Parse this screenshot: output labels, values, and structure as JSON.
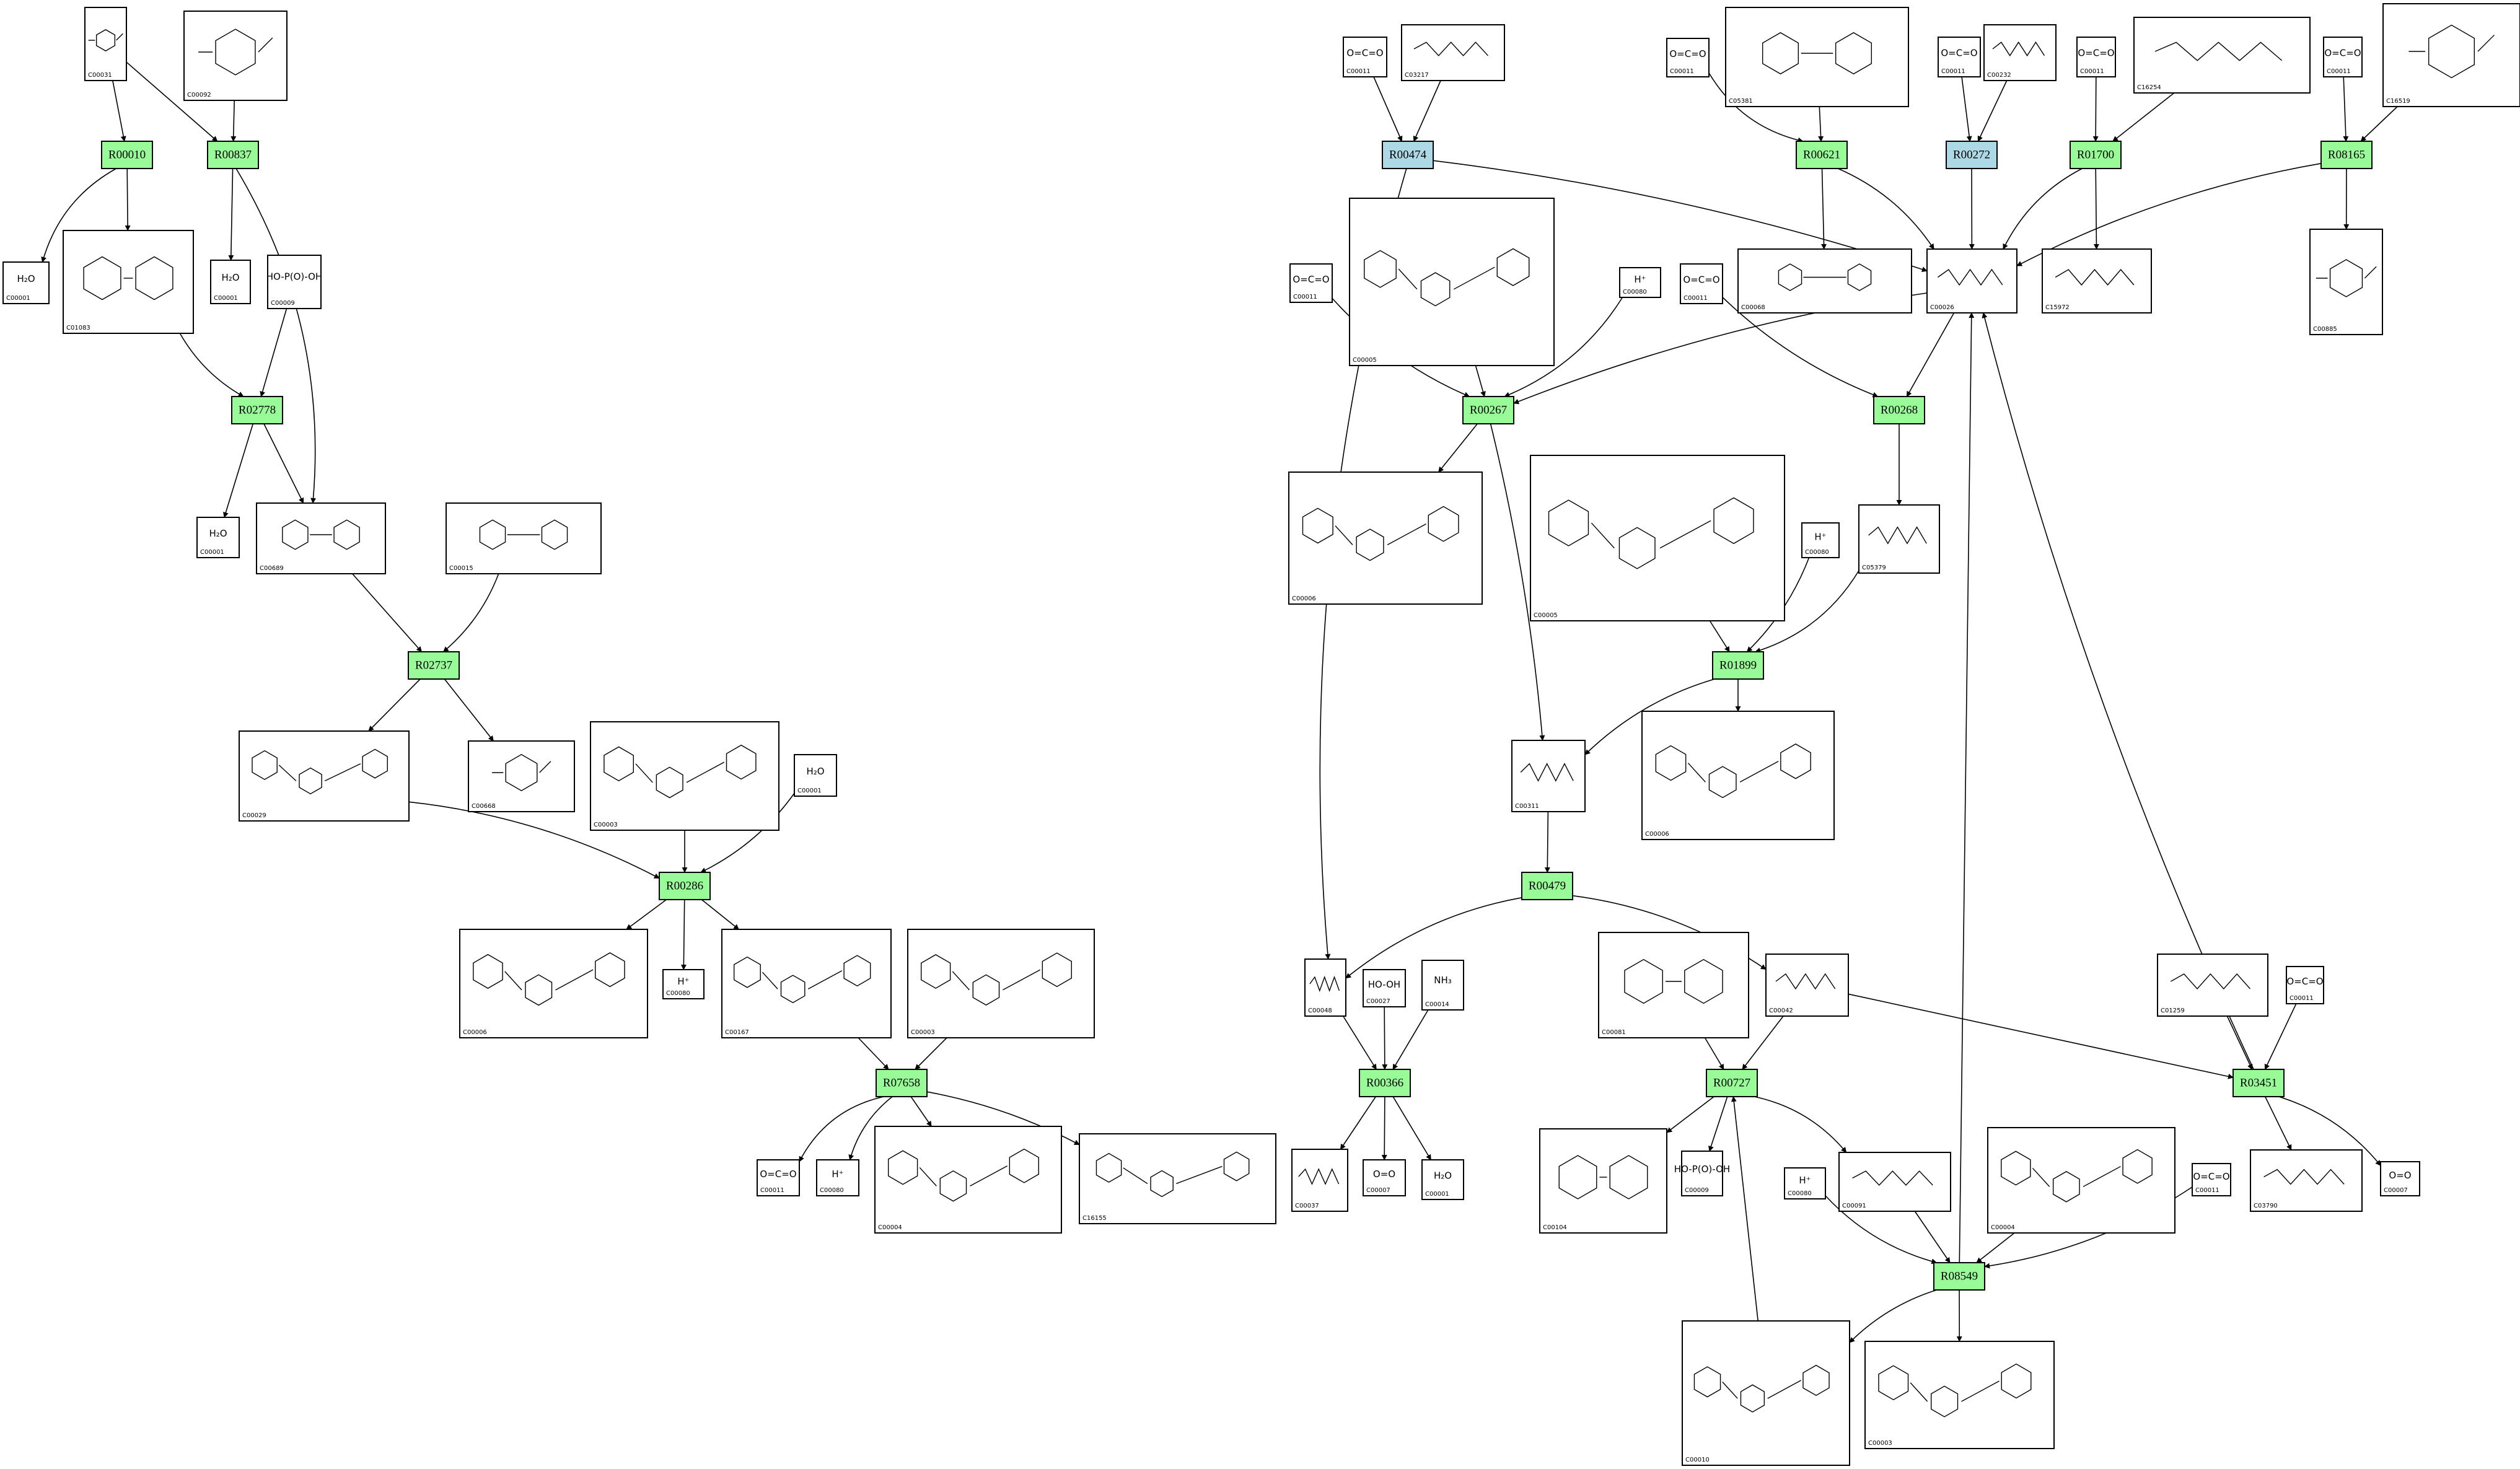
{
  "colors": {
    "reaction_fill": "#98fb98",
    "reaction_highlight_fill": "#add8e6",
    "stroke": "#000000",
    "background": "#ffffff"
  },
  "reactions": [
    {
      "id": "R00010",
      "label": "R00010",
      "highlight": false
    },
    {
      "id": "R00837",
      "label": "R00837",
      "highlight": false
    },
    {
      "id": "R02778",
      "label": "R02778",
      "highlight": false
    },
    {
      "id": "R02737",
      "label": "R02737",
      "highlight": false
    },
    {
      "id": "R00286",
      "label": "R00286",
      "highlight": false
    },
    {
      "id": "R07658",
      "label": "R07658",
      "highlight": false
    },
    {
      "id": "R00474",
      "label": "R00474",
      "highlight": true
    },
    {
      "id": "R00621",
      "label": "R00621",
      "highlight": false
    },
    {
      "id": "R00272",
      "label": "R00272",
      "highlight": true
    },
    {
      "id": "R01700",
      "label": "R01700",
      "highlight": false
    },
    {
      "id": "R08165",
      "label": "R08165",
      "highlight": false
    },
    {
      "id": "R00267",
      "label": "R00267",
      "highlight": false
    },
    {
      "id": "R00268",
      "label": "R00268",
      "highlight": false
    },
    {
      "id": "R01899",
      "label": "R01899",
      "highlight": false
    },
    {
      "id": "R00479",
      "label": "R00479",
      "highlight": false
    },
    {
      "id": "R00366",
      "label": "R00366",
      "highlight": false
    },
    {
      "id": "R00727",
      "label": "R00727",
      "highlight": false
    },
    {
      "id": "R03451",
      "label": "R03451",
      "highlight": false
    },
    {
      "id": "R08549",
      "label": "R08549",
      "highlight": false
    }
  ],
  "compounds": [
    {
      "key": "c1",
      "label": "C00031",
      "glyph": "",
      "kind": "ring1"
    },
    {
      "key": "c2",
      "label": "C00092",
      "glyph": "",
      "kind": "ring1"
    },
    {
      "key": "c3",
      "label": "C00001",
      "glyph": "H₂O",
      "kind": "small"
    },
    {
      "key": "c4",
      "label": "C01083",
      "glyph": "",
      "kind": "ring2"
    },
    {
      "key": "c5",
      "label": "C00001",
      "glyph": "H₂O",
      "kind": "small"
    },
    {
      "key": "c6",
      "label": "C00009",
      "glyph": "HO-P(O)-OH",
      "kind": "small"
    },
    {
      "key": "c7",
      "label": "C00001",
      "glyph": "H₂O",
      "kind": "small"
    },
    {
      "key": "c8",
      "label": "C00689",
      "glyph": "",
      "kind": "ring2"
    },
    {
      "key": "c9",
      "label": "C00015",
      "glyph": "",
      "kind": "ring2"
    },
    {
      "key": "c10",
      "label": "C00029",
      "glyph": "",
      "kind": "ring3"
    },
    {
      "key": "c11",
      "label": "C00668",
      "glyph": "",
      "kind": "ring1"
    },
    {
      "key": "c12",
      "label": "C00003",
      "glyph": "",
      "kind": "ring3"
    },
    {
      "key": "c13",
      "label": "C00001",
      "glyph": "H₂O",
      "kind": "small"
    },
    {
      "key": "c14",
      "label": "C00006",
      "glyph": "",
      "kind": "ring3"
    },
    {
      "key": "c15",
      "label": "C00080",
      "glyph": "H⁺",
      "kind": "small"
    },
    {
      "key": "c16",
      "label": "C00167",
      "glyph": "",
      "kind": "ring3"
    },
    {
      "key": "c17",
      "label": "C00003",
      "glyph": "",
      "kind": "ring3"
    },
    {
      "key": "c18",
      "label": "C00011",
      "glyph": "O=C=O",
      "kind": "small"
    },
    {
      "key": "c19",
      "label": "C00080",
      "glyph": "H⁺",
      "kind": "small"
    },
    {
      "key": "c20",
      "label": "C00004",
      "glyph": "",
      "kind": "ring3"
    },
    {
      "key": "c21",
      "label": "C16155",
      "glyph": "",
      "kind": "ring3"
    },
    {
      "key": "c22",
      "label": "C00011",
      "glyph": "O=C=O",
      "kind": "small"
    },
    {
      "key": "c23",
      "label": "C03217",
      "glyph": "",
      "kind": "chain"
    },
    {
      "key": "c24",
      "label": "C00011",
      "glyph": "O=C=O",
      "kind": "small"
    },
    {
      "key": "c25",
      "label": "C05381",
      "glyph": "",
      "kind": "ring2"
    },
    {
      "key": "c26",
      "label": "C00011",
      "glyph": "O=C=O",
      "kind": "small"
    },
    {
      "key": "c27",
      "label": "C00232",
      "glyph": "",
      "kind": "chain"
    },
    {
      "key": "c28",
      "label": "C00011",
      "glyph": "O=C=O",
      "kind": "small"
    },
    {
      "key": "c29",
      "label": "C16254",
      "glyph": "",
      "kind": "chain"
    },
    {
      "key": "c30",
      "label": "C00011",
      "glyph": "O=C=O",
      "kind": "small"
    },
    {
      "key": "c31",
      "label": "C16519",
      "glyph": "",
      "kind": "ring1"
    },
    {
      "key": "c32",
      "label": "C00011",
      "glyph": "O=C=O",
      "kind": "small"
    },
    {
      "key": "c33",
      "label": "C00005",
      "glyph": "",
      "kind": "ring3"
    },
    {
      "key": "c34",
      "label": "C00080",
      "glyph": "H⁺",
      "kind": "small"
    },
    {
      "key": "c35",
      "label": "C00011",
      "glyph": "O=C=O",
      "kind": "small"
    },
    {
      "key": "c36",
      "label": "C00068",
      "glyph": "",
      "kind": "ring2"
    },
    {
      "key": "c37",
      "label": "C00026",
      "glyph": "",
      "kind": "chain"
    },
    {
      "key": "c38",
      "label": "C15972",
      "glyph": "",
      "kind": "chain"
    },
    {
      "key": "c39",
      "label": "C00885",
      "glyph": "",
      "kind": "ring1"
    },
    {
      "key": "c40",
      "label": "C00006",
      "glyph": "",
      "kind": "ring3"
    },
    {
      "key": "c41",
      "label": "C00005",
      "glyph": "",
      "kind": "ring3"
    },
    {
      "key": "c42",
      "label": "C00080",
      "glyph": "H⁺",
      "kind": "small"
    },
    {
      "key": "c43",
      "label": "C05379",
      "glyph": "",
      "kind": "chain"
    },
    {
      "key": "c44",
      "label": "C00311",
      "glyph": "",
      "kind": "chain"
    },
    {
      "key": "c45",
      "label": "C00006",
      "glyph": "",
      "kind": "ring3"
    },
    {
      "key": "c46",
      "label": "C00048",
      "glyph": "",
      "kind": "chain"
    },
    {
      "key": "c47",
      "label": "C00027",
      "glyph": "HO-OH",
      "kind": "small"
    },
    {
      "key": "c48",
      "label": "C00014",
      "glyph": "NH₃",
      "kind": "small"
    },
    {
      "key": "c49",
      "label": "C00081",
      "glyph": "",
      "kind": "ring2"
    },
    {
      "key": "c50",
      "label": "C00042",
      "glyph": "",
      "kind": "chain"
    },
    {
      "key": "c51",
      "label": "C01259",
      "glyph": "",
      "kind": "chain"
    },
    {
      "key": "c52",
      "label": "C00011",
      "glyph": "O=C=O",
      "kind": "small"
    },
    {
      "key": "c53",
      "label": "C00037",
      "glyph": "",
      "kind": "chain"
    },
    {
      "key": "c54",
      "label": "C00007",
      "glyph": "O=O",
      "kind": "small"
    },
    {
      "key": "c55",
      "label": "C00001",
      "glyph": "H₂O",
      "kind": "small"
    },
    {
      "key": "c56",
      "label": "C00104",
      "glyph": "",
      "kind": "ring2"
    },
    {
      "key": "c57",
      "label": "C00009",
      "glyph": "HO-P(O)-OH",
      "kind": "small"
    },
    {
      "key": "c58",
      "label": "C00091",
      "glyph": "",
      "kind": "chain"
    },
    {
      "key": "c59",
      "label": "C00004",
      "glyph": "",
      "kind": "ring3"
    },
    {
      "key": "c60",
      "label": "C00011",
      "glyph": "O=C=O",
      "kind": "small"
    },
    {
      "key": "c61",
      "label": "C03790",
      "glyph": "",
      "kind": "chain"
    },
    {
      "key": "c62",
      "label": "C00007",
      "glyph": "O=O",
      "kind": "small"
    },
    {
      "key": "c63",
      "label": "C00080",
      "glyph": "H⁺",
      "kind": "small"
    },
    {
      "key": "c64",
      "label": "C00010",
      "glyph": "",
      "kind": "ring3"
    },
    {
      "key": "c65",
      "label": "C00003",
      "glyph": "",
      "kind": "ring3"
    }
  ]
}
